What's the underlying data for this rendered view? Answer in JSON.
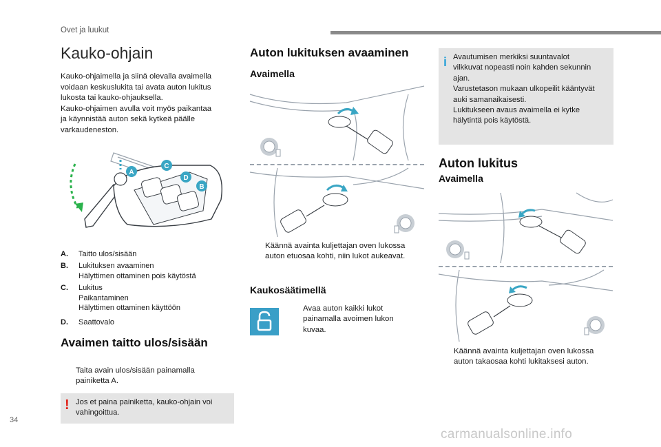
{
  "header": {
    "section": "Ovet ja luukut"
  },
  "page_number": "34",
  "watermark": "carmanualsonline.info",
  "col1": {
    "title": "Kauko-ohjain",
    "intro": [
      "Kauko-ohjaimella ja siinä olevalla avaimella",
      "voidaan keskuslukita tai avata auton lukitus",
      "lukosta tai kauko-ohjauksella.",
      "Kauko-ohjaimen avulla voit myös paikantaa",
      "ja käynnistää auton sekä kytkeä päälle",
      "varkaudeneston."
    ],
    "figure_labels": {
      "a": "A",
      "b": "B",
      "c": "C",
      "d": "D"
    },
    "legend": [
      {
        "key": "A.",
        "lines": [
          "Taitto ulos/sisään"
        ]
      },
      {
        "key": "B.",
        "lines": [
          "Lukituksen avaaminen",
          "Hälyttimen ottaminen pois käytöstä"
        ]
      },
      {
        "key": "C.",
        "lines": [
          "Lukitus",
          "Paikantaminen",
          "Hälyttimen ottaminen käyttöön"
        ]
      },
      {
        "key": "D.",
        "lines": [
          "Saattovalo"
        ]
      }
    ],
    "fold_title": "Avaimen taitto ulos/sisään",
    "fold_bullet": {
      "marker": "",
      "lines": [
        "Taita avain ulos/sisään painamalla",
        "painiketta A."
      ]
    },
    "warning": {
      "mark": "!",
      "lines": [
        "Jos et paina painiketta, kauko-ohjain voi",
        "vahingoittua."
      ]
    }
  },
  "col2": {
    "title": "Auton lukituksen avaaminen",
    "sub_key": "Avaimella",
    "key_bullet": {
      "marker": "",
      "lines": [
        "Käännä avainta kuljettajan oven lukossa",
        "auton etuosaa kohti, niin lukot aukeavat."
      ]
    },
    "sub_remote": "Kaukosäätimellä",
    "remote_bullet": {
      "marker": "",
      "lines": [
        "Avaa auton kaikki lukot",
        "painamalla avoimen lukon",
        "kuvaa."
      ]
    }
  },
  "col3": {
    "info": {
      "mark": "i",
      "lines": [
        "Avautumisen merkiksi suuntavalot",
        "vilkkuvat nopeasti noin kahden sekunnin",
        "ajan.",
        "Varustetason mukaan ulkopeilit kääntyvät",
        "auki samanaikaisesti.",
        "Lukitukseen avaus avaimella ei kytke",
        "hälytintä pois käytöstä."
      ]
    },
    "title": "Auton lukitus",
    "sub_key": "Avaimella",
    "key_bullet": {
      "marker": "",
      "lines": [
        "Käännä avainta kuljettajan oven lukossa",
        "auton takaosaa kohti lukitaksesi auton."
      ]
    }
  },
  "colors": {
    "accent": "#3aa6c4",
    "warning": "#e2231a",
    "info": "#2ea3d8",
    "arrow": "#2bb24c"
  }
}
